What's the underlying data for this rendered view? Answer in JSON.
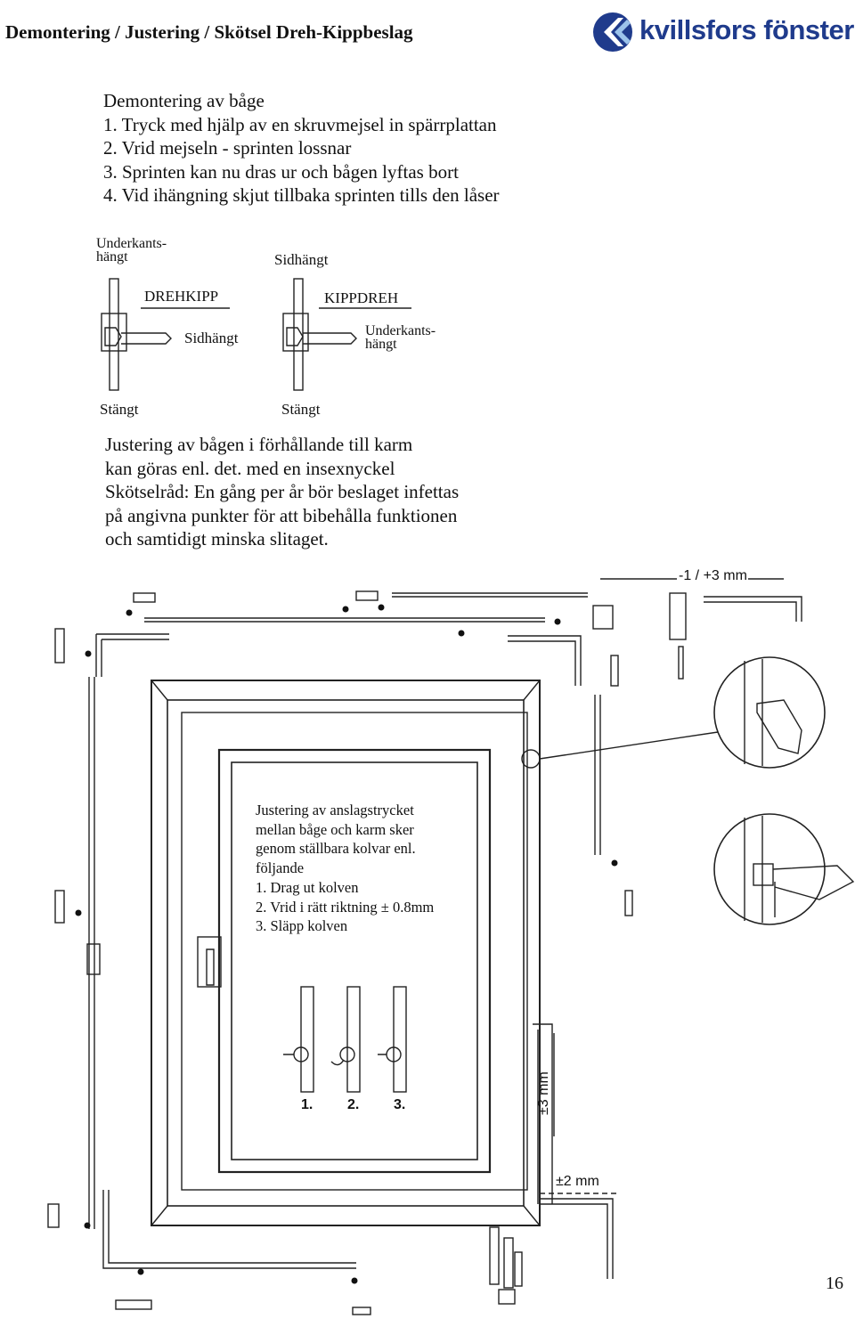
{
  "header": {
    "title": "Demontering / Justering / Skötsel Dreh-Kippbeslag",
    "logo_text": "kvillsfors fönster",
    "brand_color": "#1f3b8c"
  },
  "section1": {
    "heading": "Demontering av båge",
    "steps": [
      "1. Tryck med hjälp av en skruvmejsel in spärrplattan",
      "2. Vrid mejseln - sprinten lossnar",
      "3. Sprinten kan nu dras ur och bågen lyftas bort",
      "4. Vid ihängning skjut tillbaka sprinten tills den låser"
    ]
  },
  "handles": {
    "left": {
      "top_label_line1": "Underkants-",
      "top_label_line2": "hängt",
      "type": "DREHKIPP",
      "side_label": "Sidhängt",
      "bottom_label": "Stängt"
    },
    "right": {
      "top_label": "Sidhängt",
      "type": "KIPPDREH",
      "side_label_line1": "Underkants-",
      "side_label_line2": "hängt",
      "bottom_label": "Stängt"
    }
  },
  "section2": {
    "lines": [
      "Justering av bågen i förhållande till karm",
      "kan göras enl. det. med en insexnyckel",
      "Skötselråd: En gång per år bör beslaget infettas",
      "på angivna punkter för att bibehålla funktionen",
      "och samtidigt minska slitaget."
    ]
  },
  "diagram": {
    "dim_top": "-1 / +3 mm",
    "dim_right": "±3 mm",
    "dim_bottom": "±2 mm",
    "inner_box": [
      "Justering av anslagstrycket",
      "mellan båge och karm sker",
      "genom ställbara kolvar enl.",
      "följande",
      "1. Drag ut kolven",
      "2. Vrid i rätt riktning ± 0.8mm",
      "3. Släpp kolven"
    ],
    "step_numbers": [
      "1.",
      "2.",
      "3."
    ]
  },
  "page_number": "16"
}
